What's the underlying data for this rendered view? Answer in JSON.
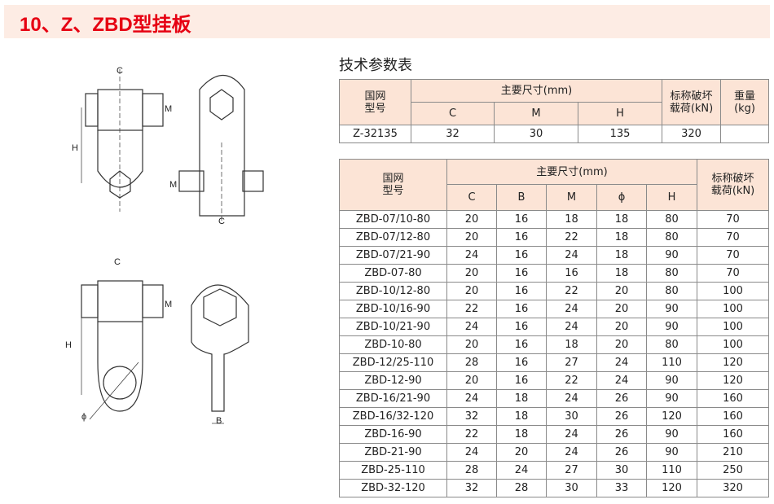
{
  "header": {
    "title": "10、Z、ZBD型挂板"
  },
  "section_title": "技术参数表",
  "table1": {
    "headers": {
      "model": "国网\n型号",
      "dims": "主要尺寸(mm)",
      "load": "标称破坏\n载荷(kN)",
      "weight": "重量\n(kg)",
      "C": "C",
      "M": "M",
      "H": "H"
    },
    "rows": [
      {
        "model": "Z-32135",
        "C": "32",
        "M": "30",
        "H": "135",
        "load": "320",
        "weight": ""
      }
    ]
  },
  "table2": {
    "headers": {
      "model": "国网\n型号",
      "dims": "主要尺寸(mm)",
      "load": "标称破坏\n载荷(kN)",
      "C": "C",
      "B": "B",
      "M": "M",
      "phi": "ϕ",
      "H": "H"
    },
    "rows": [
      [
        "ZBD-07/10-80",
        "20",
        "16",
        "18",
        "18",
        "80",
        "70"
      ],
      [
        "ZBD-07/12-80",
        "20",
        "16",
        "22",
        "18",
        "80",
        "70"
      ],
      [
        "ZBD-07/21-90",
        "24",
        "16",
        "24",
        "18",
        "90",
        "70"
      ],
      [
        "ZBD-07-80",
        "20",
        "16",
        "16",
        "18",
        "80",
        "70"
      ],
      [
        "ZBD-10/12-80",
        "20",
        "16",
        "22",
        "20",
        "80",
        "100"
      ],
      [
        "ZBD-10/16-90",
        "22",
        "16",
        "24",
        "20",
        "90",
        "100"
      ],
      [
        "ZBD-10/21-90",
        "24",
        "16",
        "24",
        "20",
        "90",
        "100"
      ],
      [
        "ZBD-10-80",
        "20",
        "16",
        "18",
        "20",
        "80",
        "100"
      ],
      [
        "ZBD-12/25-110",
        "28",
        "16",
        "27",
        "24",
        "110",
        "120"
      ],
      [
        "ZBD-12-90",
        "20",
        "16",
        "22",
        "24",
        "90",
        "120"
      ],
      [
        "ZBD-16/21-90",
        "24",
        "18",
        "24",
        "26",
        "90",
        "160"
      ],
      [
        "ZBD-16/32-120",
        "32",
        "18",
        "30",
        "26",
        "120",
        "160"
      ],
      [
        "ZBD-16-90",
        "22",
        "18",
        "24",
        "26",
        "90",
        "160"
      ],
      [
        "ZBD-21-90",
        "24",
        "20",
        "24",
        "26",
        "90",
        "210"
      ],
      [
        "ZBD-25-110",
        "28",
        "24",
        "27",
        "30",
        "110",
        "250"
      ],
      [
        "ZBD-32-120",
        "32",
        "28",
        "30",
        "33",
        "120",
        "320"
      ]
    ]
  },
  "drawing_labels": {
    "C": "C",
    "M": "M",
    "H": "H",
    "B": "B",
    "phi": "ϕ"
  }
}
